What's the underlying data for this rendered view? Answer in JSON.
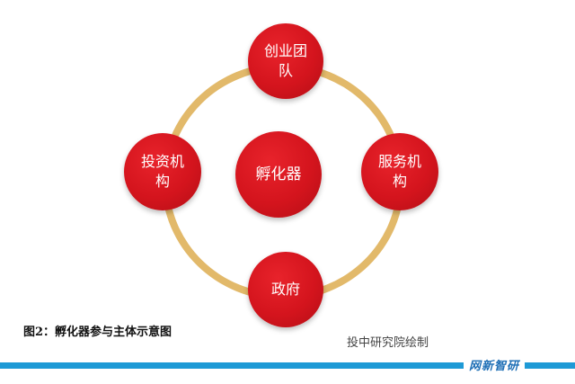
{
  "diagram": {
    "center": "孵化器",
    "nodes": {
      "top": "创业团队",
      "left": "投资机构",
      "right": "服务机构",
      "bottom": "政府"
    },
    "caption": "图2：孵化器参与主体示意图",
    "credit": "投中研究院绘制",
    "watermark": "网新智研"
  },
  "colors": {
    "node_fill": "#D4141D",
    "ring": "#E2B96A",
    "bar": "#1E9AD6"
  }
}
